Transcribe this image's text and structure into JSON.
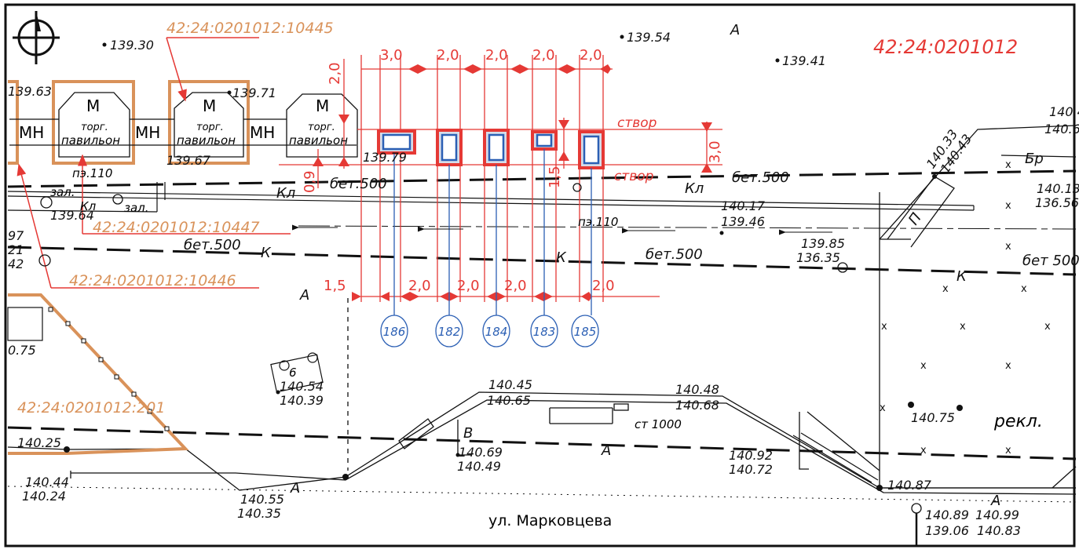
{
  "map": {
    "frame_color": "#111111",
    "accent_red": "#e53935",
    "parcel_brown": "#d9925a",
    "pole_blue": "#2b5fb4",
    "cadastral": {
      "quarter": "42:24:0201012",
      "parcel_10445": "42:24:0201012:10445",
      "parcel_10447": "42:24:0201012:10447",
      "parcel_10446": "42:24:0201012:10446",
      "parcel_201": "42:24:0201012:201"
    },
    "street": "ул. Марковцева",
    "pavilions": {
      "m": "М",
      "torg": "торг.",
      "pavilon": "павильон",
      "mn": "МН"
    },
    "stvor": "створ",
    "labels": {
      "bet500": "бет.500",
      "bet500b": "бет 500",
      "pe110": "пэ.110",
      "kl": "Кл",
      "k": "К",
      "zal": "зал.",
      "a": "А",
      "b": "В",
      "br": "Бр",
      "p": "П",
      "st1000": "ст 1000",
      "rekl": "рекл.",
      "tree6": "6"
    },
    "dims": {
      "d30": "3,0",
      "d20": "2,0",
      "d09": "0,9",
      "d15": "1,5"
    },
    "poles": [
      "186",
      "182",
      "184",
      "183",
      "185"
    ],
    "elevations": {
      "e13930": "139.30",
      "e13954": "139.54",
      "e13941": "139.41",
      "e13963": "139.63",
      "e13971": "139.71",
      "e13967": "139.67",
      "e13979": "139.79",
      "e13964": "139.64",
      "e97": "97",
      "e21": "21",
      "e42": "42",
      "e14017": "140.17",
      "e13946": "139.46",
      "e13985": "139.85",
      "e13635": "136.35",
      "e14033": "140.33",
      "e14043": "140.43",
      "e1404": "140.4",
      "e1406": "140.6",
      "e14013": "140.13",
      "e13656": "136.56",
      "e075": "0.75",
      "e14054": "140.54",
      "e14039": "140.39",
      "e14045": "140.45",
      "e14065": "140.65",
      "e14048": "140.48",
      "e14068": "140.68",
      "e14075": "140.75",
      "e14025": "140.25",
      "e14069": "140.69",
      "e14049": "140.49",
      "e14092": "140.92",
      "e14072": "140.72",
      "e14044": "140.44",
      "e14024": "140.24",
      "e14055": "140.55",
      "e14035": "140.35",
      "e14087": "140.87",
      "e14089": "140.89",
      "e14099": "140.99",
      "e13906": "139.06",
      "e14083": "140.83"
    }
  }
}
